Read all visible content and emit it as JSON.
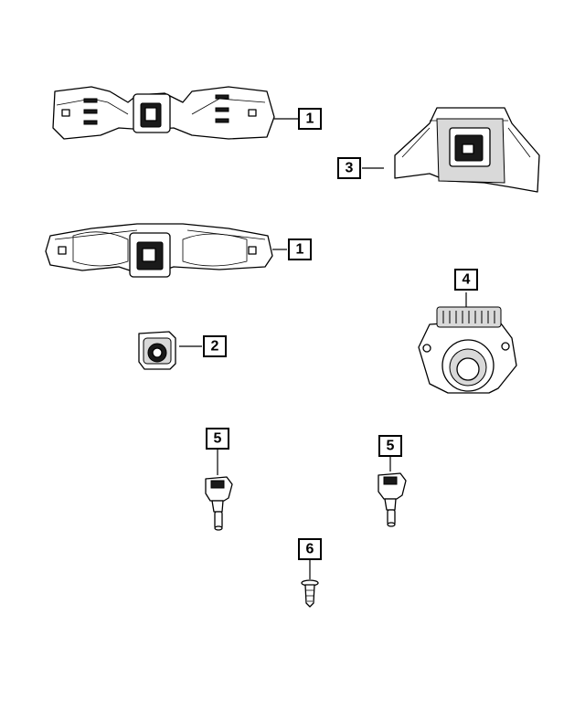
{
  "callouts": {
    "c1_upper": "1",
    "c1_lower": "1",
    "c2": "2",
    "c3": "3",
    "c4": "4",
    "c5_left": "5",
    "c5_right": "5",
    "c6": "6"
  },
  "colors": {
    "line": "#000000",
    "background": "#ffffff",
    "shading": "#d9d9d9"
  }
}
